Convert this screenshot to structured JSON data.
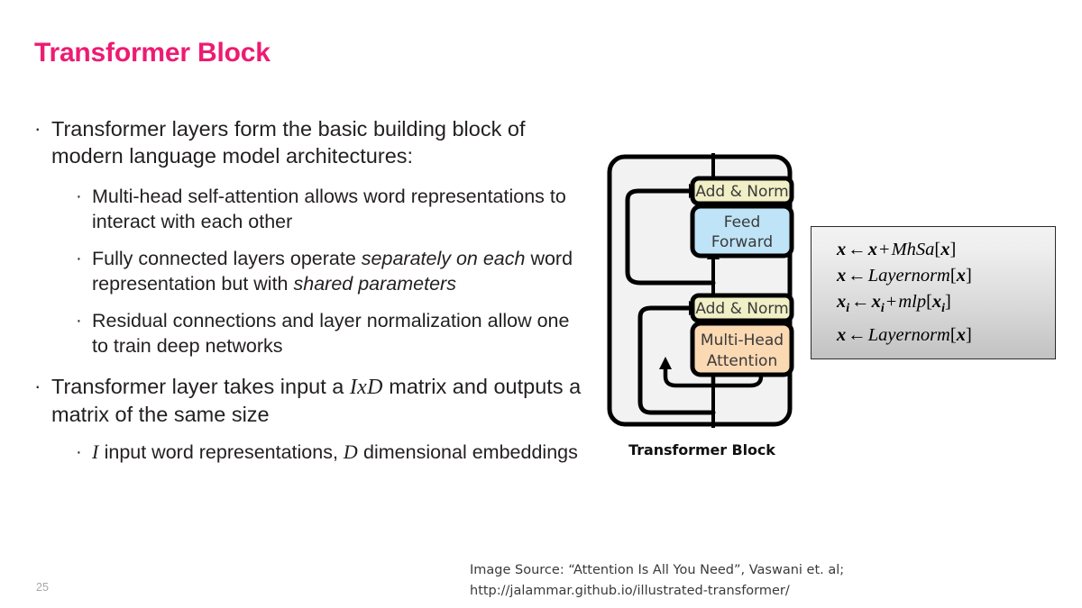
{
  "slide": {
    "title": "Transformer Block",
    "number": "25",
    "title_color": "#ED1B72"
  },
  "bullets": [
    {
      "level": 1,
      "marker": "·",
      "segments": [
        {
          "text": "Transformer layers form the basic building block of modern language model architectures:",
          "style": "normal"
        }
      ]
    },
    {
      "level": 2,
      "marker": "·",
      "spacing": "large",
      "segments": [
        {
          "text": "Multi-head self-attention allows word representations to interact with each other",
          "style": "normal"
        }
      ]
    },
    {
      "level": 2,
      "marker": "·",
      "spacing": "small",
      "segments": [
        {
          "text": "Fully connected layers operate ",
          "style": "normal"
        },
        {
          "text": "separately on each",
          "style": "italic"
        },
        {
          "text": " word representation but with ",
          "style": "normal"
        },
        {
          "text": "shared parameters",
          "style": "italic"
        }
      ]
    },
    {
      "level": 2,
      "marker": "·",
      "spacing": "small",
      "segments": [
        {
          "text": "Residual connections and layer normalization allow one to train deep networks",
          "style": "normal"
        }
      ]
    },
    {
      "level": 1,
      "marker": "·",
      "spacing": "large",
      "segments": [
        {
          "text": "Transformer layer takes input a ",
          "style": "normal"
        },
        {
          "text": "IxD",
          "style": "math"
        },
        {
          "text": " matrix and outputs a matrix of the same size",
          "style": "normal"
        }
      ]
    },
    {
      "level": 2,
      "marker": "·",
      "spacing": "small",
      "segments": [
        {
          "text": "I",
          "style": "math"
        },
        {
          "text": " input word representations, ",
          "style": "normal"
        },
        {
          "text": "D",
          "style": "math"
        },
        {
          "text": " dimensional embeddings",
          "style": "normal"
        }
      ]
    }
  ],
  "diagram": {
    "caption": "Transformer Block",
    "container_fill": "#f2f2f2",
    "stroke": "#000000",
    "blocks": [
      {
        "label": "Add & Norm",
        "fill": "#f0efc6",
        "role": "add-norm-top"
      },
      {
        "label": "Feed Forward",
        "fill": "#bfe3f7",
        "role": "feed-forward"
      },
      {
        "label": "Add & Norm",
        "fill": "#f0efc6",
        "role": "add-norm-bottom"
      },
      {
        "label": "Multi-Head Attention",
        "fill": "#fbd9b3",
        "role": "multi-head-attention"
      }
    ],
    "block_labels": {
      "add_norm_top": "Add & Norm",
      "feed_forward_line1": "Feed",
      "feed_forward_line2": "Forward",
      "add_norm_bottom": "Add & Norm",
      "attention_line1": "Multi-Head",
      "attention_line2": "Attention"
    }
  },
  "equations": {
    "lines": [
      {
        "lhs": "x",
        "arrow": "←",
        "rhs": "x + MhSa[x]"
      },
      {
        "lhs": "x",
        "arrow": "←",
        "rhs": "Layernorm[x]"
      },
      {
        "lhs": "x_i",
        "arrow": "←",
        "rhs": "x_i + mlp[x_i]"
      },
      {
        "lhs": "x",
        "arrow": "←",
        "rhs": "Layernorm[x]"
      }
    ]
  },
  "footer": {
    "line1": "Image Source: “Attention Is All You Need”, Vaswani et. al;",
    "line2": "http://jalammar.github.io/illustrated-transformer/"
  }
}
